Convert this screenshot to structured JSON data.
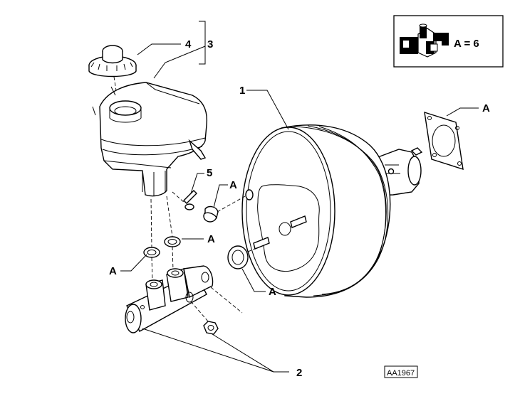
{
  "kit_box": {
    "kit_icon": "repair-kit-icon",
    "text": "A = 6"
  },
  "callouts": {
    "booster": "1",
    "master_cylinder": "2",
    "reservoir": "3",
    "reservoir_cap": "4",
    "screw": "5",
    "gasket": "A",
    "grommet": "A",
    "seal_ring": "A",
    "oring_left": "A",
    "oring_right": "A"
  },
  "reference_code": "AA1967"
}
